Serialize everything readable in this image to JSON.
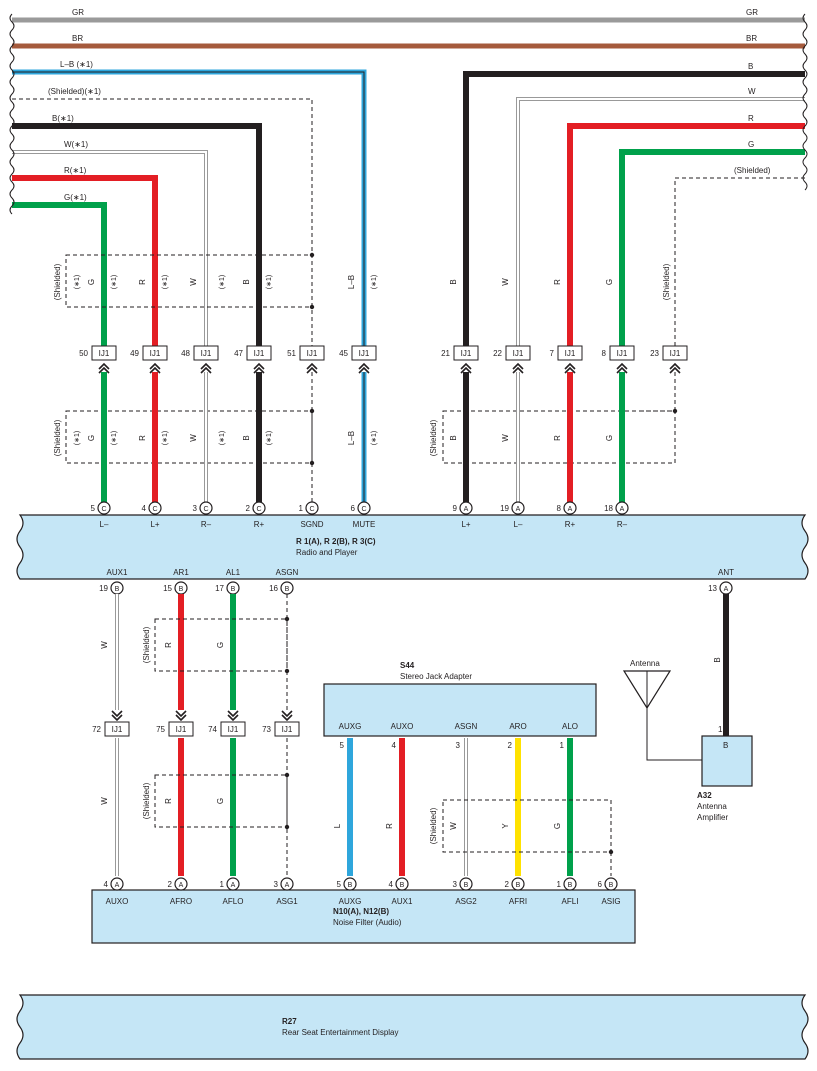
{
  "top_wires": {
    "gr": "GR",
    "br": "BR",
    "lb1": "L–B (∗1)",
    "shielded1": "(Shielded)(∗1)",
    "b1": "B(∗1)",
    "w1": "W(∗1)",
    "r1": "R(∗1)",
    "g1": "G(∗1)",
    "b_right": "B",
    "w_right": "W",
    "r_right": "R",
    "g_right": "G",
    "shielded_right": "(Shielded)"
  },
  "note": "(∗1)",
  "shielded": "(Shielded)",
  "junction": "IJ1",
  "upper_left_junctions": [
    {
      "pin": "50",
      "color": "G"
    },
    {
      "pin": "49",
      "color": "R"
    },
    {
      "pin": "48",
      "color": "W"
    },
    {
      "pin": "47",
      "color": "B"
    },
    {
      "pin": "51",
      "color": ""
    },
    {
      "pin": "45",
      "color": "L–B"
    }
  ],
  "upper_right_junctions": [
    {
      "pin": "21",
      "color": "B"
    },
    {
      "pin": "22",
      "color": "W"
    },
    {
      "pin": "7",
      "color": "R"
    },
    {
      "pin": "8",
      "color": "G"
    },
    {
      "pin": "23",
      "color": ""
    }
  ],
  "radio": {
    "title": "R 1(A), R 2(B), R 3(C)",
    "subtitle": "Radio and Player",
    "top_pins": [
      {
        "num": "5",
        "conn": "C",
        "label": "L–"
      },
      {
        "num": "4",
        "conn": "C",
        "label": "L+"
      },
      {
        "num": "3",
        "conn": "C",
        "label": "R–"
      },
      {
        "num": "2",
        "conn": "C",
        "label": "R+"
      },
      {
        "num": "1",
        "conn": "C",
        "label": "SGND"
      },
      {
        "num": "6",
        "conn": "C",
        "label": "MUTE"
      },
      {
        "num": "9",
        "conn": "A",
        "label": "L+"
      },
      {
        "num": "19",
        "conn": "A",
        "label": "L–"
      },
      {
        "num": "8",
        "conn": "A",
        "label": "R+"
      },
      {
        "num": "18",
        "conn": "A",
        "label": "R–"
      }
    ],
    "bottom_pins": [
      {
        "num": "19",
        "conn": "B",
        "label": "AUX1"
      },
      {
        "num": "15",
        "conn": "B",
        "label": "AR1"
      },
      {
        "num": "17",
        "conn": "B",
        "label": "AL1"
      },
      {
        "num": "16",
        "conn": "B",
        "label": "ASGN"
      },
      {
        "num": "13",
        "conn": "A",
        "label": "ANT"
      }
    ]
  },
  "lower_junctions": [
    {
      "pin": "72",
      "color": "W"
    },
    {
      "pin": "75",
      "color": "R"
    },
    {
      "pin": "74",
      "color": "G"
    },
    {
      "pin": "73",
      "color": ""
    }
  ],
  "s44": {
    "id": "S44",
    "name": "Stereo Jack Adapter",
    "pins": [
      {
        "num": "5",
        "label": "AUXG",
        "color": "L"
      },
      {
        "num": "4",
        "label": "AUXO",
        "color": "R"
      },
      {
        "num": "3",
        "label": "ASGN",
        "color": "W"
      },
      {
        "num": "2",
        "label": "ARO",
        "color": "Y"
      },
      {
        "num": "1",
        "label": "ALO",
        "color": "G"
      }
    ]
  },
  "antenna": {
    "label": "Antenna",
    "wire_color": "B",
    "amp_id": "A32",
    "amp_name1": "Antenna",
    "amp_name2": "Amplifier",
    "amp_pin": "1",
    "amp_conn": "B"
  },
  "noise_filter": {
    "title": "N10(A), N12(B)",
    "subtitle": "Noise Filter (Audio)",
    "pins": [
      {
        "num": "4",
        "conn": "A",
        "label": "AUXO"
      },
      {
        "num": "2",
        "conn": "A",
        "label": "AFRO"
      },
      {
        "num": "1",
        "conn": "A",
        "label": "AFLO"
      },
      {
        "num": "3",
        "conn": "A",
        "label": "ASG1"
      },
      {
        "num": "5",
        "conn": "B",
        "label": "AUXG"
      },
      {
        "num": "4",
        "conn": "B",
        "label": "AUX1"
      },
      {
        "num": "3",
        "conn": "B",
        "label": "ASG2"
      },
      {
        "num": "2",
        "conn": "B",
        "label": "AFRI"
      },
      {
        "num": "1",
        "conn": "B",
        "label": "AFLI"
      },
      {
        "num": "6",
        "conn": "B",
        "label": "ASIG"
      }
    ]
  },
  "r27": {
    "id": "R27",
    "name": "Rear Seat Entertainment Display"
  },
  "colors": {
    "gray": "#9a9a9a",
    "brown": "#a55a3c",
    "blue": "#2ea6dc",
    "black": "#231f20",
    "red": "#e31e24",
    "green": "#00a14b",
    "yellow": "#ffe200",
    "panel": "#c5e6f6"
  }
}
